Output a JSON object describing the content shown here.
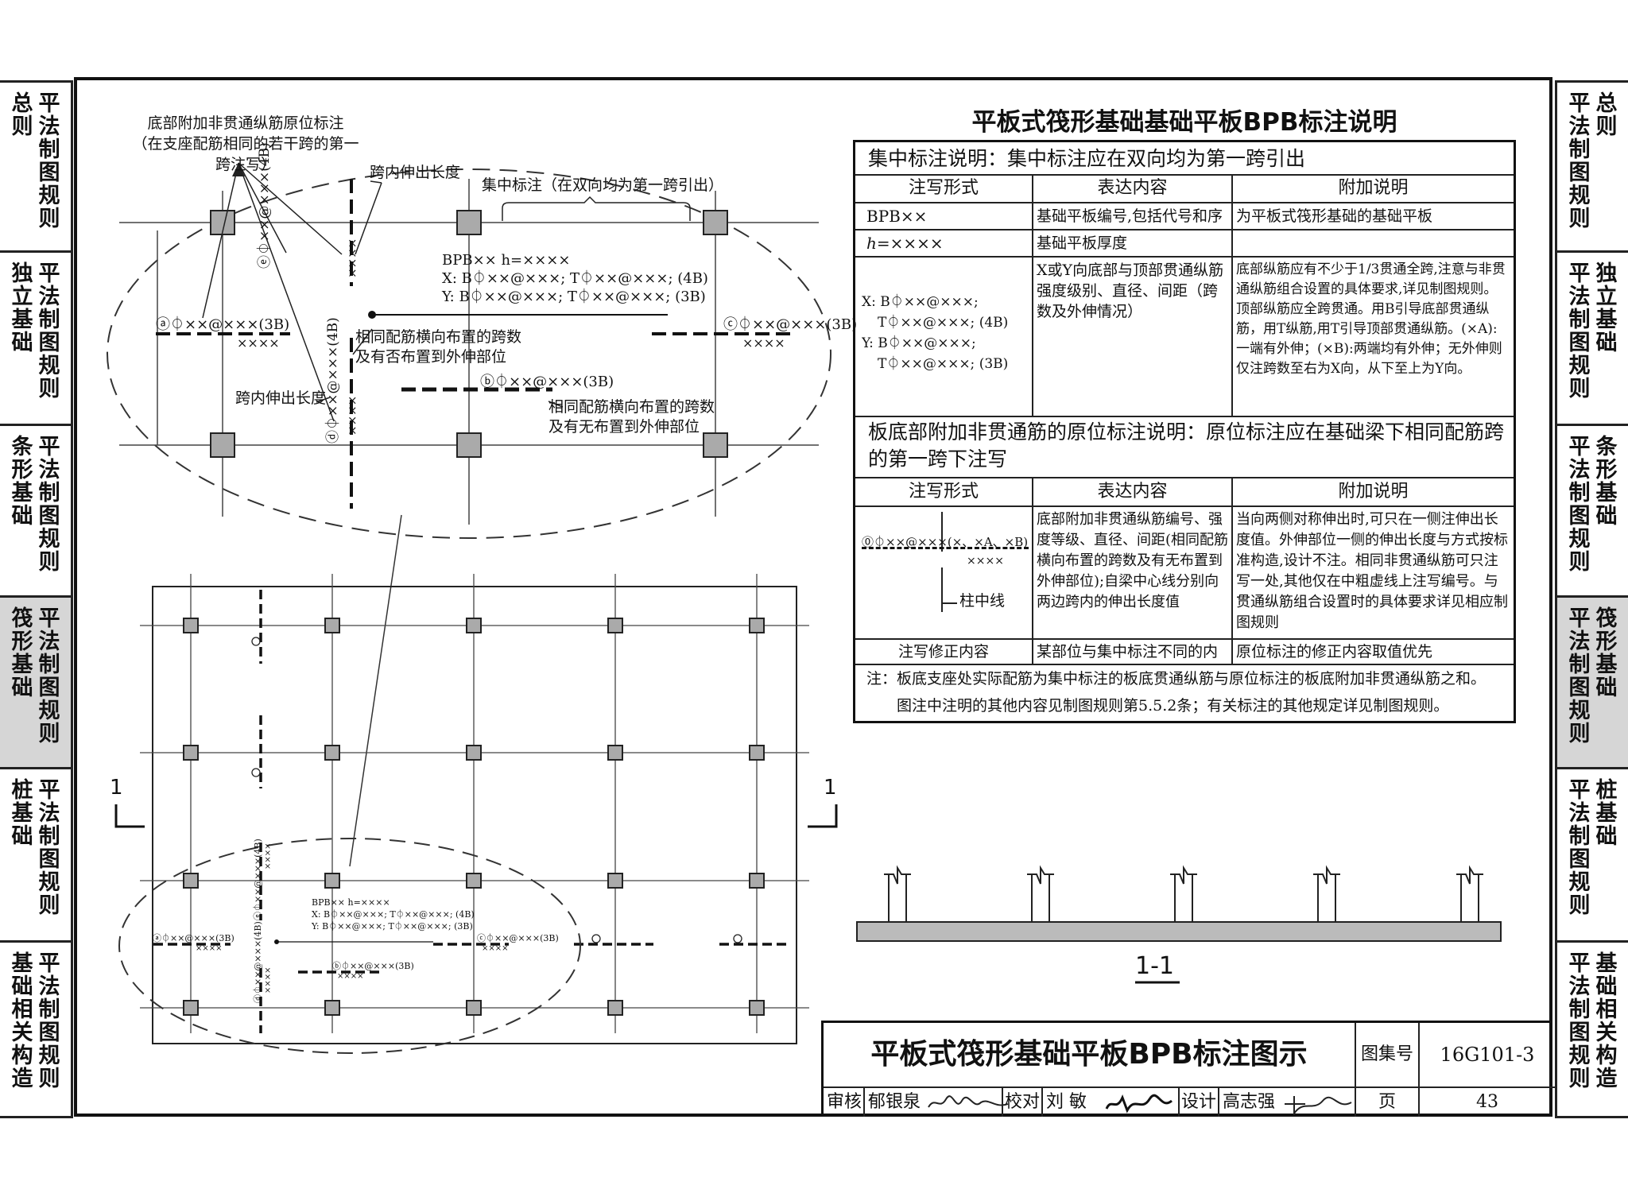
{
  "left_tabs": [
    {
      "c1": "总则",
      "c2": "平法制图规则"
    },
    {
      "c1": "独立基础",
      "c2": "平法制图规则"
    },
    {
      "c1": "条形基础",
      "c2": "平法制图规则"
    },
    {
      "c1": "筏形基础",
      "c2": "平法制图规则"
    },
    {
      "c1": "桩基础",
      "c2": "平法制图规则"
    },
    {
      "c1": "基础相关构造",
      "c2": "平法制图规则"
    }
  ],
  "right_tabs": [
    {
      "c1": "平法制图规则",
      "c2": "总则"
    },
    {
      "c1": "平法制图规则",
      "c2": "独立基础"
    },
    {
      "c1": "平法制图规则",
      "c2": "条形基础"
    },
    {
      "c1": "平法制图规则",
      "c2": "筏形基础"
    },
    {
      "c1": "平法制图规则",
      "c2": "桩基础"
    },
    {
      "c1": "平法制图规则",
      "c2": "基础相关构造"
    }
  ],
  "active_tab_index": 3,
  "table": {
    "title": "平板式筏形基础基础平板BPB标注说明",
    "sec1_title": "集中标注说明：集中标注应在双向均为第一跨引出",
    "headers": [
      "注写形式",
      "表达内容",
      "附加说明"
    ],
    "row1": {
      "form": "BPB××",
      "content": "基础平板编号,包括代号和序号",
      "note": "为平板式筏形基础的基础平板"
    },
    "row2": {
      "form": "h=××××",
      "content": "基础平板厚度",
      "note": ""
    },
    "row3": {
      "form": [
        "X: B⏀××@×××;",
        "T⏀××@×××; (4B)",
        "Y: B⏀××@×××;",
        "T⏀××@×××; (3B)"
      ],
      "content": "X或Y向底部与顶部贯通纵筋强度级别、直径、间距（跨数及外伸情况）",
      "note": "底部纵筋应有不少于1/3贯通全跨,注意与非贯通纵筋组合设置的具体要求,详见制图规则。顶部纵筋应全跨贯通。用B引导底部贯通纵筋，用T纵筋,用T引导顶部贯通纵筋。(×A):一端有外伸；(×B):两端均有外伸；无外伸则仅注跨数至右为X向，从下至上为Y向。"
    },
    "sec2_title": "板底部附加非贯通筋的原位标注说明：原位标注应在基础梁下相同配筋跨的第一跨下注写",
    "row4": {
      "form_label": "⓪⏀××@×××(×、×A、×B)",
      "form_sub": "××××",
      "form_axis": "柱中线",
      "content": "底部附加非贯通纵筋编号、强度等级、直径、间距(相同配筋横向布置的跨数及有无布置到外伸部位);自梁中心线分别向两边跨内的伸出长度值",
      "note": "当向两侧对称伸出时,可只在一侧注伸出长度值。外伸部位一侧的伸出长度与方式按标准构造,设计不注。相同非贯通纵筋可只注写一处,其他仅在中粗虚线上注写编号。与贯通纵筋组合设置时的具体要求详见相应制图规则"
    },
    "row5": {
      "form": "注写修正内容",
      "content": "某部位与集中标注不同的内容",
      "note": "原位标注的修正内容取值优先"
    },
    "note1": "注：板底支座处实际配筋为集中标注的板底贯通纵筋与原位标注的板底附加非贯通纵筋之和。",
    "note2": "图注中注明的其他内容见制图规则第5.5.2条；有关标注的其他规定详见制图规则。"
  },
  "detail": {
    "callout1": "底部附加非贯通纵筋原位标注",
    "callout2": "（在支座配筋相同的若干跨的第一跨注写）",
    "span_out1": "跨内伸出长度",
    "span_out2": "跨内伸出长度",
    "centralized": "集中标注（在双向均为第一跨引出）",
    "bpb_line1": "BPB××  h=××××",
    "bpb_line2": "X: B⏀××@×××; T⏀××@×××; (4B)",
    "bpb_line3": "Y: B⏀××@×××; T⏀××@×××; (3B)",
    "same1": "相同配筋横向布置的跨数",
    "same2": "及有否布置到外伸部位",
    "same3": "相同配筋横向布置的跨数",
    "same4": "及有无布置到外伸部位",
    "label_a": "ⓐ⏀××@×××(3B)",
    "label_c": "ⓒ⏀××@×××(3B)",
    "label_b": "ⓑ⏀××@×××(3B)",
    "label_e": "ⓔ⏀××@×××(4B)",
    "label_d": "ⓓ⏀××@×××(4B)",
    "xxxx": "××××"
  },
  "plan": {
    "mark_left": "1",
    "mark_right": "1",
    "small_bpb1": "BPB××  h=××××",
    "small_bpb2": "X: B⏀××@×××; T⏀××@×××; (4B)",
    "small_bpb3": "Y: B⏀××@×××; T⏀××@×××; (3B)",
    "small_a": "ⓐ⏀××@×××(3B)",
    "small_c": "ⓒ⏀××@×××(3B)",
    "small_b": "ⓑ⏀××@×××(3B)",
    "small_e": "ⓔ⏀××@×××(4B)",
    "small_d": "ⓓ⏀××@×××(4B)",
    "xxxx": "××××"
  },
  "section": {
    "label": "1-1"
  },
  "title_block": {
    "title": "平板式筏形基础平板BPB标注图示",
    "atlas_label": "图集号",
    "atlas_no": "16G101-3",
    "review_label": "审核",
    "reviewer": "郁银泉",
    "check_label": "校对",
    "checker": "刘  敏",
    "design_label": "设计",
    "designer": "高志强",
    "page_label": "页",
    "page_no": "43"
  }
}
